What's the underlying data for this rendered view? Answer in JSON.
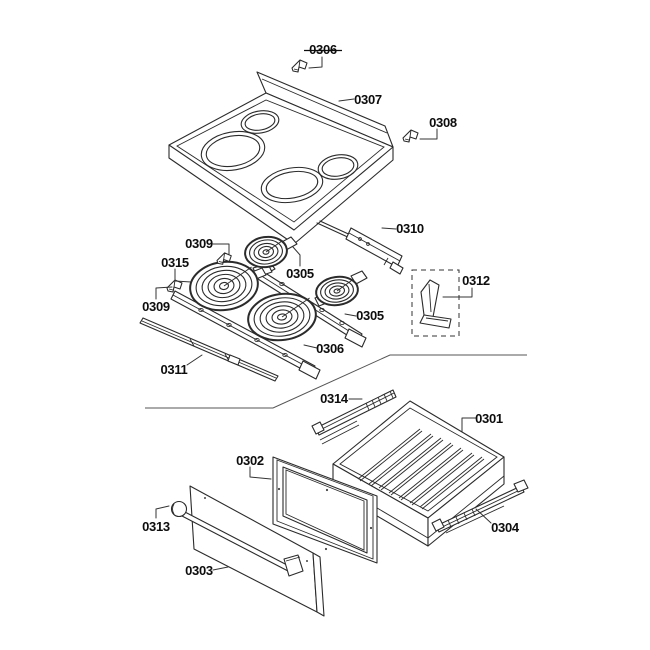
{
  "diagram": {
    "type": "exploded-parts-diagram",
    "subject": "range cooktop and warming drawer assembly",
    "background_color": "#ffffff",
    "line_color": "#2b2b2b",
    "labels": {
      "clip_top": "0306",
      "main_top": "0307",
      "clip_right": "0308",
      "support_bracket": "0310",
      "element_clip_upper": "0309",
      "element_large_left": "0315",
      "element_small_upper": "0305",
      "element_clip_left": "0309",
      "element_small_right": "0305",
      "element_rail_center": "0306",
      "trim_strip": "0311",
      "duct": "0312",
      "rail_upper": "0314",
      "drawer_body": "0301",
      "drawer_frame": "0302",
      "rail_lower": "0304",
      "handle_end": "0313",
      "drawer_front": "0303"
    }
  }
}
